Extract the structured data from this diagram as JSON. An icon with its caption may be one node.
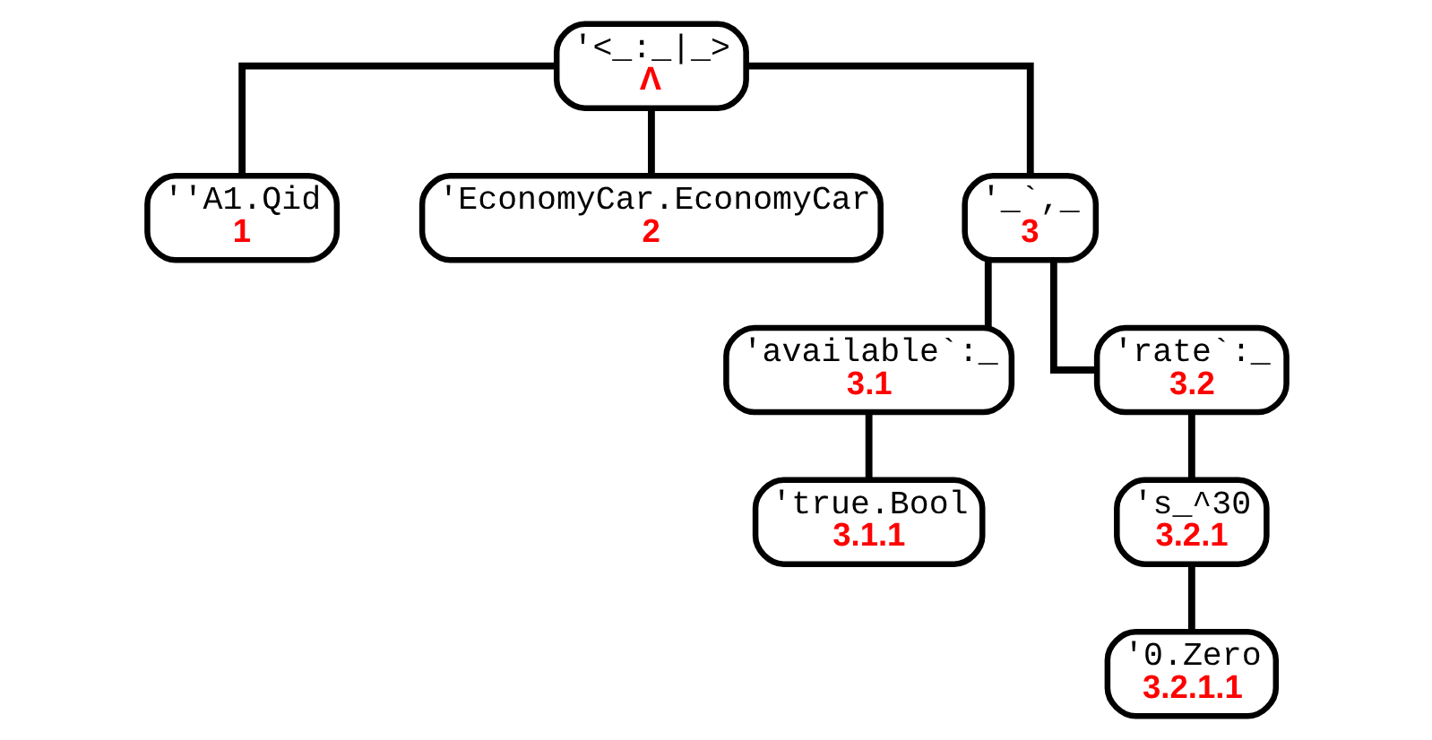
{
  "diagram": {
    "nodes": [
      {
        "text": [
          "'<_:_|_>",
          "Λ"
        ]
      },
      {
        "text": [
          "''A1.Qid",
          "1"
        ]
      },
      {
        "text": [
          "'EconomyCar.EconomyCar",
          "2"
        ]
      },
      {
        "text": [
          "'_`,_",
          "3"
        ]
      },
      {
        "text": [
          "'available`:_",
          "3.1"
        ]
      },
      {
        "text": [
          "'rate`:_",
          "3.2"
        ]
      },
      {
        "text": [
          "'true.Bool",
          "3.1.1"
        ]
      },
      {
        "text": [
          "'s_^30",
          "3.2.1"
        ]
      },
      {
        "text": [
          "'0.Zero",
          "3.2.1.1"
        ]
      }
    ],
    "edges": [
      {
        "from": 0,
        "to": 1,
        "arrow": "none"
      },
      {
        "from": 0,
        "to": 2,
        "arrow": "none"
      },
      {
        "from": 0,
        "to": 3,
        "arrow": "none"
      },
      {
        "from": 3,
        "to": 4,
        "arrow": "none"
      },
      {
        "from": 3,
        "to": 5,
        "arrow": "none"
      },
      {
        "from": 4,
        "to": 6,
        "arrow": "none"
      },
      {
        "from": 5,
        "to": 7,
        "arrow": "none"
      },
      {
        "from": 7,
        "to": 8,
        "arrow": "none"
      }
    ]
  }
}
